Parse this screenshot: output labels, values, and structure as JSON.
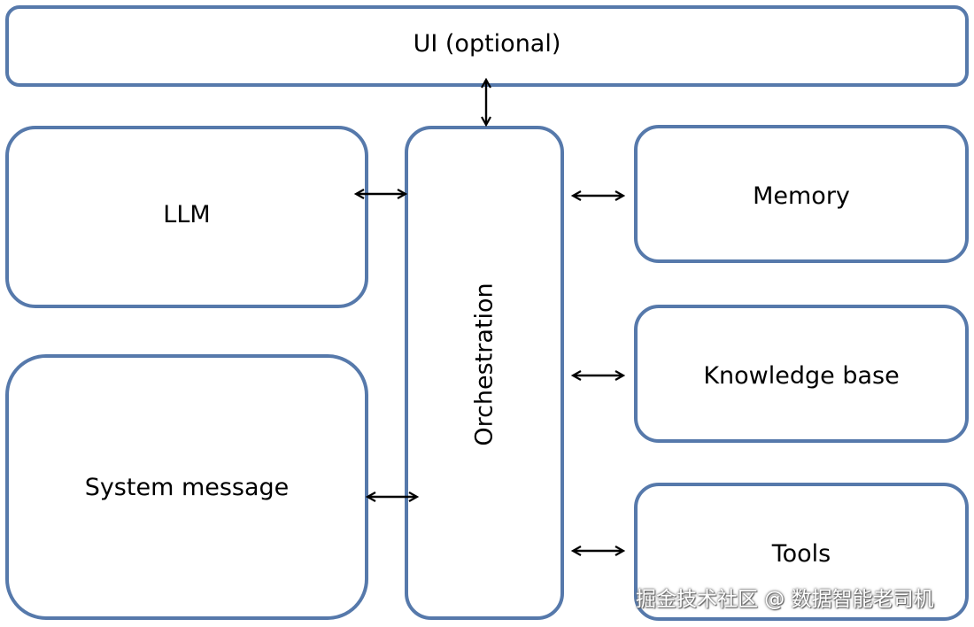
{
  "diagram": {
    "nodes": {
      "ui": "UI (optional)",
      "llm": "LLM",
      "system_message": "System message",
      "orchestration": "Orchestration",
      "memory": "Memory",
      "knowledge_base": "Knowledge base",
      "tools": "Tools"
    },
    "edges": [
      {
        "from": "orchestration",
        "to": "ui",
        "type": "bidirectional"
      },
      {
        "from": "orchestration",
        "to": "llm",
        "type": "bidirectional"
      },
      {
        "from": "orchestration",
        "to": "system_message",
        "type": "bidirectional"
      },
      {
        "from": "orchestration",
        "to": "memory",
        "type": "bidirectional"
      },
      {
        "from": "orchestration",
        "to": "knowledge_base",
        "type": "bidirectional"
      },
      {
        "from": "orchestration",
        "to": "tools",
        "type": "bidirectional"
      }
    ],
    "colors": {
      "box_border": "#5679ab",
      "arrow": "#000000"
    }
  },
  "watermark": "掘金技术社区 @ 数据智能老司机"
}
